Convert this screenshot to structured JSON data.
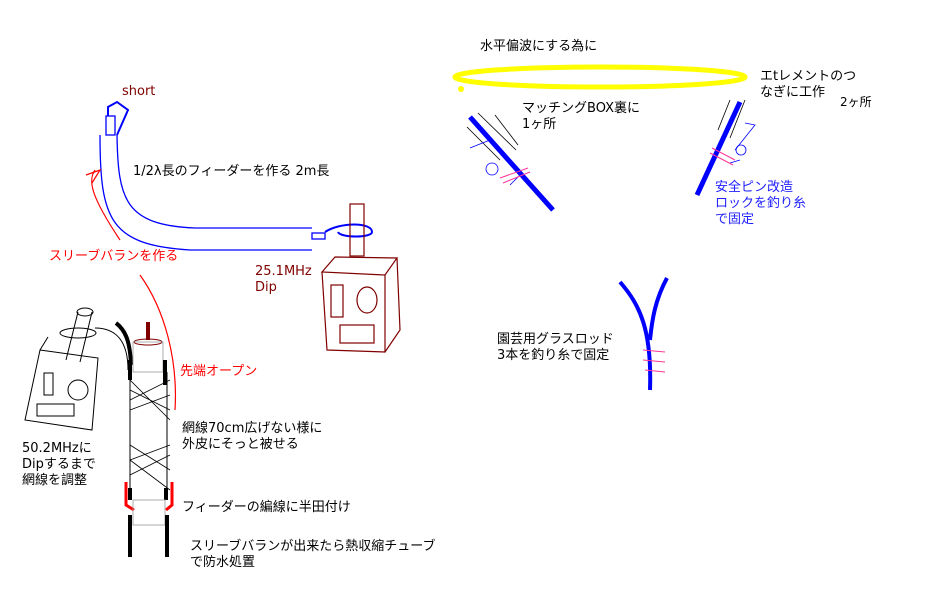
{
  "labels": {
    "short": "short",
    "feeder": "1/2λ長のフィーダーを作る  2m長",
    "sleeve_balun": "スリーブバランを作る",
    "dip1_freq": "25.1MHz",
    "dip1_word": "Dip",
    "open_end": "先端オープン",
    "braid_line1": "網線70cm広げない様に",
    "braid_line2": "外皮にそっと被せる",
    "dip2_line1": "50.2MHzに",
    "dip2_line2": "Dipするまで",
    "dip2_line3": "網線を調整",
    "solder": "フィーダーの編線に半田付け",
    "tube_line1": "スリーブバランが出来たら熱収縮チューブ",
    "tube_line2": "で防水処置",
    "horizontal": "水平偏波にする為に",
    "matching_line1": "マッチングBOX裏に",
    "matching_line2": "1ヶ所",
    "element_line1": "エtレメントのつ",
    "element_line2": "なぎに工作",
    "element_count": "2ヶ所",
    "pin_line1": "安全ピン改造",
    "pin_line2": "ロックを釣り糸",
    "pin_line3": "で固定",
    "rod_line1": "園芸用グラスロッド",
    "rod_line2": "3本を釣り糸で固定"
  },
  "colors": {
    "black": "#000000",
    "red": "#ff0000",
    "brown": "#800000",
    "blue": "#0000ff",
    "yellow": "#ffff00",
    "pink": "#ff3399"
  }
}
